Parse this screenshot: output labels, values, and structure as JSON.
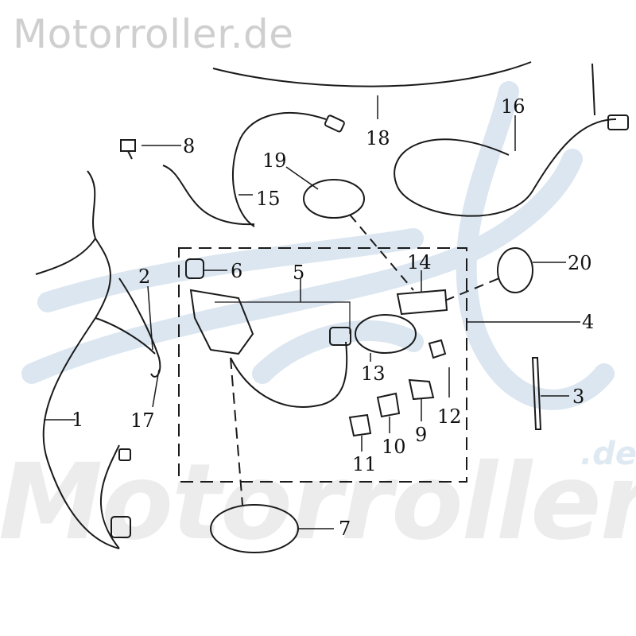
{
  "watermark": {
    "header": "Motorroller.de",
    "large": "Motorroller",
    "suffix": ".de"
  },
  "colors": {
    "line": "#1a1a1a",
    "swoosh": "#dbe6f0",
    "watermark_text": "#cfcfcf"
  },
  "callouts": [
    "1",
    "2",
    "3",
    "4",
    "5",
    "6",
    "7",
    "8",
    "9",
    "10",
    "11",
    "12",
    "13",
    "14",
    "15",
    "16",
    "17",
    "18",
    "19",
    "20"
  ]
}
